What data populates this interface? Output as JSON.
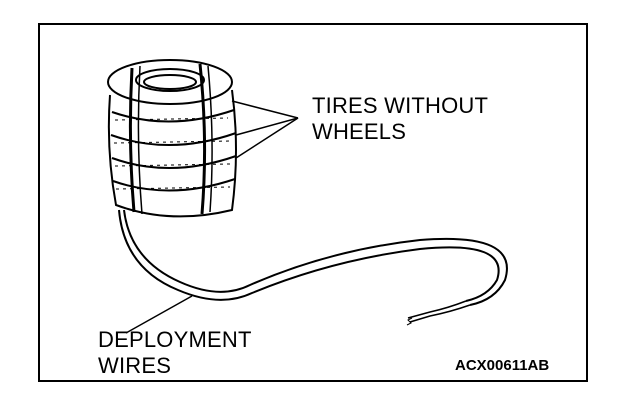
{
  "callouts": {
    "tires": {
      "line1": "TIRES WITHOUT",
      "line2": "WHEELS"
    },
    "wires": {
      "line1": "DEPLOYMENT",
      "line2": "WIRES"
    }
  },
  "figure_code": "ACX00611AB",
  "colors": {
    "ink": "#000000",
    "paper": "#ffffff"
  }
}
